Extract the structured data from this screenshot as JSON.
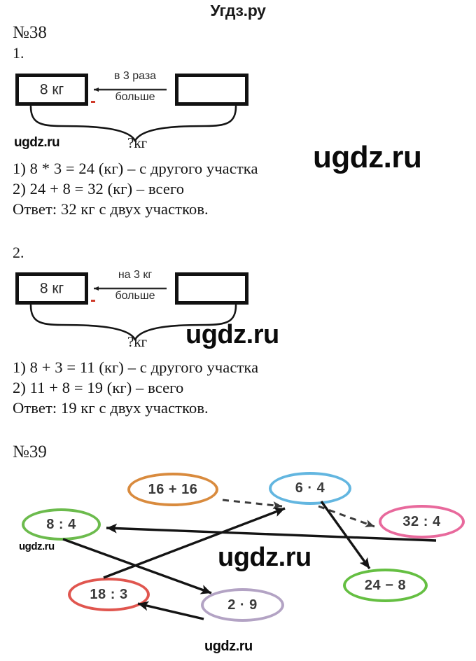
{
  "site": {
    "header": "Угдз.ру",
    "watermark": "ugdz.ru",
    "footer": "ugdz.ru"
  },
  "tasks": [
    {
      "number": "№38",
      "parts": [
        {
          "label": "1.",
          "scheme": {
            "left_box": "8 кг",
            "right_box": "",
            "relation_line1": "в 3 раза",
            "relation_line2": "больше",
            "brace_label": "?кг"
          },
          "solution": [
            "1) 8 * 3 = 24 (кг) – с другого участка",
            "2) 24 + 8 = 32 (кг) – всего",
            "Ответ: 32 кг с двух участков."
          ]
        },
        {
          "label": "2.",
          "scheme": {
            "left_box": "8 кг",
            "right_box": "",
            "relation_line1": "на 3 кг",
            "relation_line2": "больше",
            "brace_label": "?кг"
          },
          "solution": [
            "1) 8 + 3 = 11 (кг) – с другого участка",
            "2) 11 + 8 = 19 (кг) – всего",
            "Ответ: 19 кг с двух участков."
          ]
        }
      ]
    },
    {
      "number": "№39",
      "nodes": [
        {
          "id": "sum16",
          "text": "16 + 16",
          "color": "#d98b3e"
        },
        {
          "id": "mul64",
          "text": "6 · 4",
          "color": "#63b6e0"
        },
        {
          "id": "div84",
          "text": "8 : 4",
          "color": "#6cbb4d"
        },
        {
          "id": "div324",
          "text": "32 : 4",
          "color": "#e8699c"
        },
        {
          "id": "div183",
          "text": "18 : 3",
          "color": "#e0564f"
        },
        {
          "id": "mul29",
          "text": "2 · 9",
          "color": "#b3a3c4"
        },
        {
          "id": "sub248",
          "text": "24 − 8",
          "color": "#65bf42"
        }
      ],
      "connections": [
        {
          "from": "sum16",
          "to": "mul64",
          "style": "dashed"
        },
        {
          "from": "mul64",
          "to": "div324",
          "style": "dashed"
        },
        {
          "from": "div324",
          "to": "div84",
          "style": "solid"
        },
        {
          "from": "div183",
          "to": "mul64",
          "style": "solid"
        },
        {
          "from": "mul64",
          "to": "sub248",
          "style": "solid"
        },
        {
          "from": "div84",
          "to": "mul29",
          "style": "solid"
        },
        {
          "from": "mul29",
          "to": "div183",
          "style": "solid"
        }
      ]
    }
  ]
}
